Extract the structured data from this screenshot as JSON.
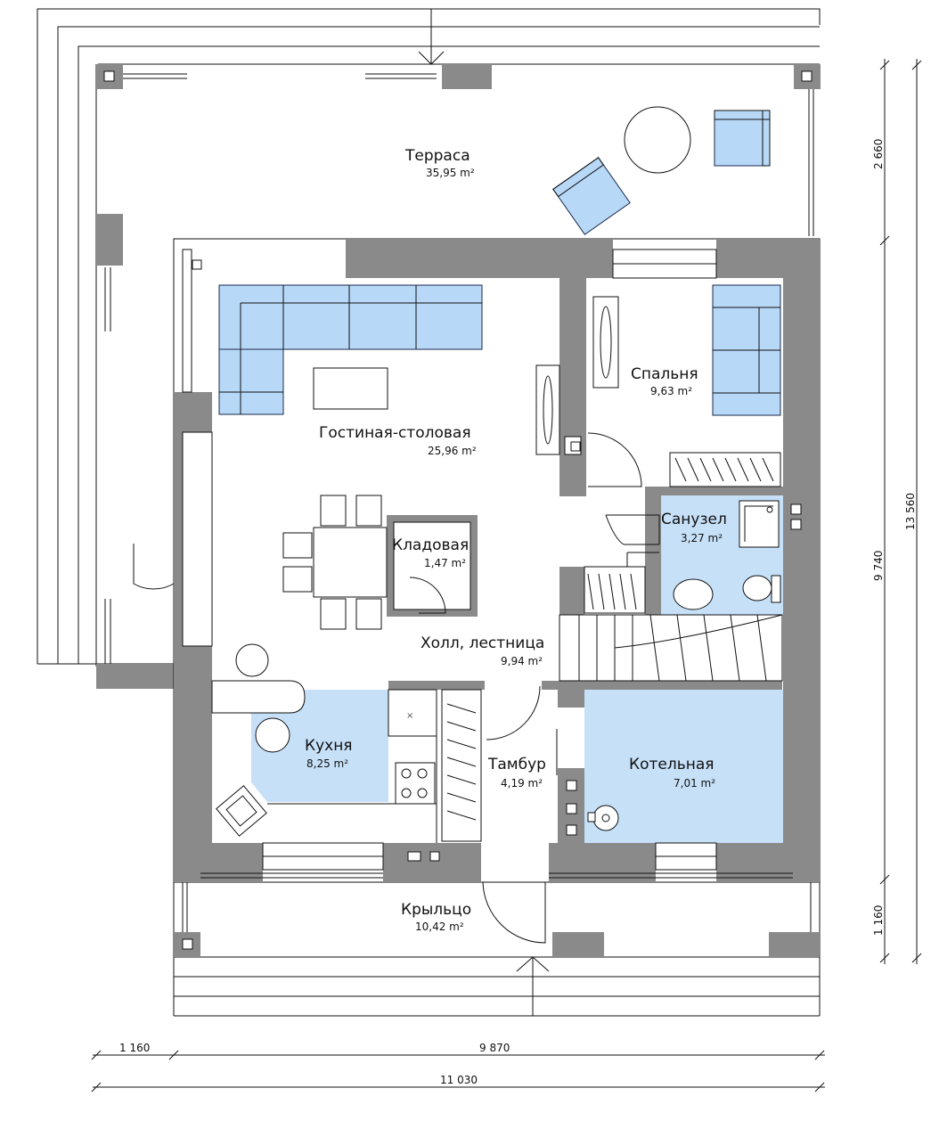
{
  "rooms": {
    "terrace": {
      "name": "Терраса",
      "area": "35,95 m²"
    },
    "living": {
      "name": "Гостиная-столовая",
      "area": "25,96 m²"
    },
    "bedroom": {
      "name": "Спальня",
      "area": "9,63 m²"
    },
    "storage": {
      "name": "Кладовая",
      "area": "1,47 m²"
    },
    "bathroom": {
      "name": "Санузел",
      "area": "3,27 m²"
    },
    "hall": {
      "name": "Холл, лестница",
      "area": "9,94 m²"
    },
    "kitchen": {
      "name": "Кухня",
      "area": "8,25 m²"
    },
    "vestibule": {
      "name": "Тамбур",
      "area": "4,19 m²"
    },
    "boiler": {
      "name": "Котельная",
      "area": "7,01 m²"
    },
    "porch": {
      "name": "Крыльцо",
      "area": "10,42 m²"
    }
  },
  "dimensions": {
    "right_2660": "2 660",
    "right_9740": "9 740",
    "right_1160": "1 160",
    "right_total": "13 560",
    "bottom_1160": "1 160",
    "bottom_9870": "9 870",
    "bottom_total": "11 030"
  },
  "colors": {
    "wall": "#8a8a8a",
    "furniture": "#b8d8f8",
    "wet_area": "#c6e0f8"
  }
}
